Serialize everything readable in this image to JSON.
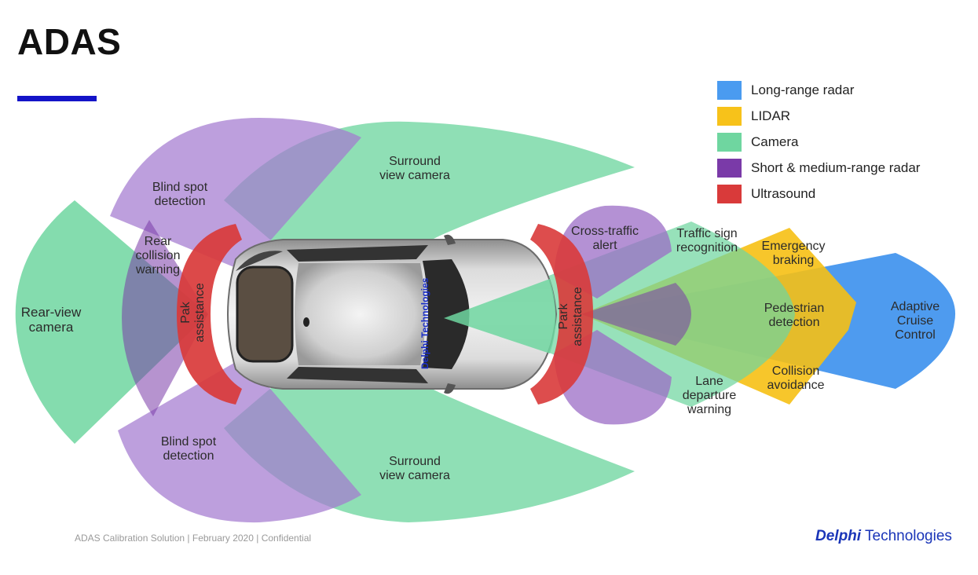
{
  "title": "ADAS",
  "legend": [
    {
      "label": "Long-range radar",
      "color": "#4a9bf0"
    },
    {
      "label": "LIDAR",
      "color": "#f7c21a"
    },
    {
      "label": "Camera",
      "color": "#6fd6a0"
    },
    {
      "label": "Short & medium-range radar",
      "color": "#7a3aa8"
    },
    {
      "label": "Ultrasound",
      "color": "#d93a3a"
    }
  ],
  "zones": {
    "surround_top": [
      "Surround",
      "view camera"
    ],
    "surround_bottom": [
      "Surround",
      "view camera"
    ],
    "blind_top": [
      "Blind spot",
      "detection"
    ],
    "blind_bottom": [
      "Blind spot",
      "detection"
    ],
    "rear_collision": [
      "Rear",
      "collision",
      "warning"
    ],
    "rear_view": [
      "Rear-view",
      "camera"
    ],
    "park_rear": [
      "Pak",
      "assistance"
    ],
    "park_front": [
      "Park",
      "assistance"
    ],
    "cross_traffic": [
      "Cross-traffic",
      "alert"
    ],
    "traffic_sign": [
      "Traffic sign",
      "recognition"
    ],
    "emergency": [
      "Emergency",
      "braking"
    ],
    "pedestrian": [
      "Pedestrian",
      "detection"
    ],
    "acc": [
      "Adaptive",
      "Cruise",
      "Control"
    ],
    "collision_avoid": [
      "Collision",
      "avoidance"
    ],
    "lane_departure": [
      "Lane",
      "departure",
      "warning"
    ]
  },
  "windshield_text": "Delphi Technologies",
  "footer": "ADAS Calibration Solution | February 2020 | Confidential",
  "brand": {
    "part1": "Delphi",
    "part2": " Technologies"
  }
}
